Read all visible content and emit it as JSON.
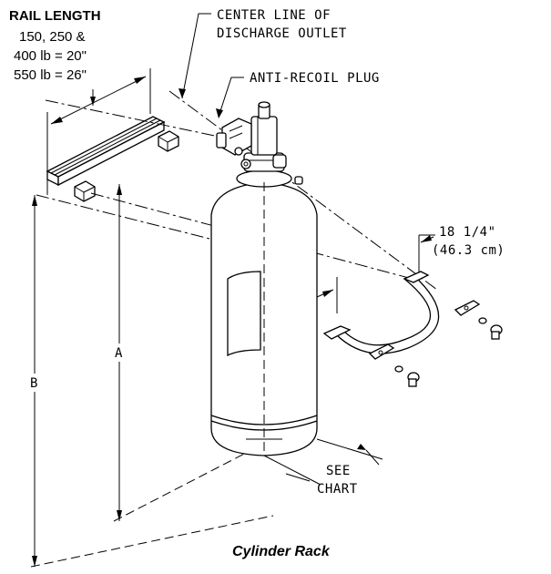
{
  "labels": {
    "rail_title": "RAIL LENGTH",
    "rail_line1": "150, 250 &",
    "rail_line2": "400 lb = 20\"",
    "rail_line3": "550 lb = 26\"",
    "center_line1": "CENTER LINE OF",
    "center_line2": "DISCHARGE OUTLET",
    "anti_recoil": "ANTI-RECOIL PLUG",
    "strap_dim1": "18 1/4\"",
    "strap_dim2": "(46.3 cm)",
    "dim_a": "A",
    "dim_b": "B",
    "see1": "SEE",
    "see2": "CHART",
    "caption": "Cylinder Rack"
  }
}
